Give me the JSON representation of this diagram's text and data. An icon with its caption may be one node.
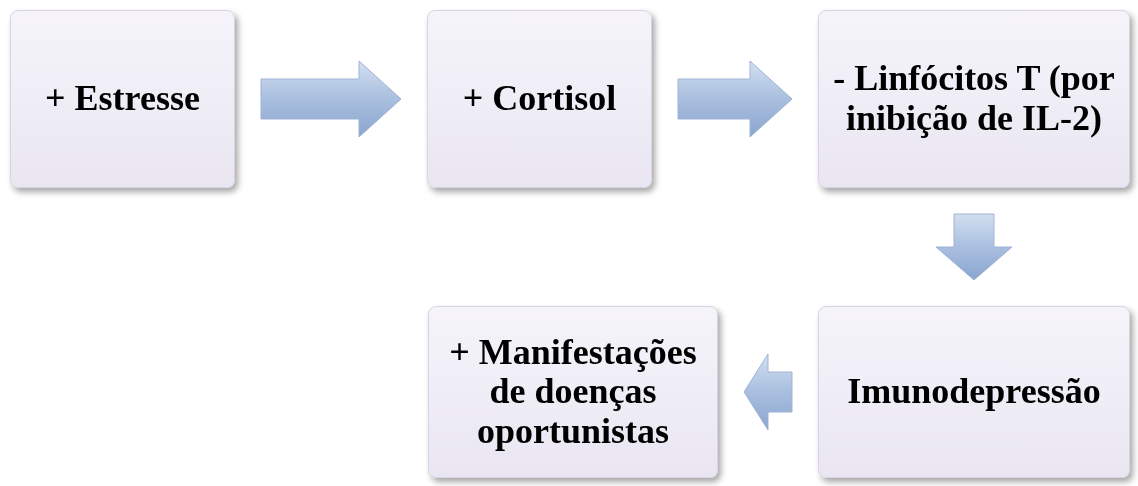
{
  "diagram": {
    "nodes": [
      {
        "text": [
          "+ Estresse"
        ]
      },
      {
        "text": [
          "+ Cortisol"
        ]
      },
      {
        "text": [
          "- Linfócitos T (por inibição de IL-2)"
        ]
      },
      {
        "text": [
          "Imunodepressão"
        ]
      },
      {
        "text": [
          "+ Manifestações de doenças oportunistas"
        ]
      }
    ],
    "edges": [
      {
        "from": 0,
        "to": 1,
        "arrow": "to"
      },
      {
        "from": 1,
        "to": 2,
        "arrow": "to"
      },
      {
        "from": 2,
        "to": 3,
        "arrow": "to"
      },
      {
        "from": 3,
        "to": 4,
        "arrow": "to"
      }
    ]
  }
}
